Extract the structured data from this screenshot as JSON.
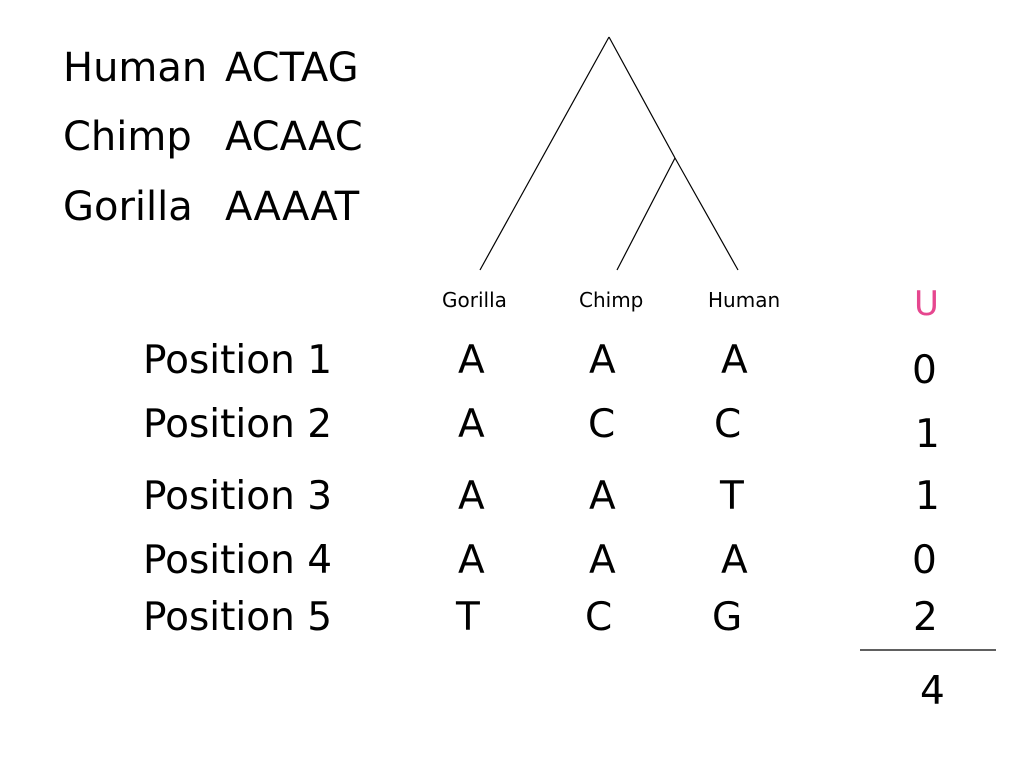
{
  "sequences": [
    {
      "name": "Human",
      "value": "ACTAG"
    },
    {
      "name": "Chimp",
      "value": "ACAAC"
    },
    {
      "name": "Gorilla",
      "value": "AAAAT"
    }
  ],
  "tree": {
    "leaves": [
      "Gorilla",
      "Chimp",
      "Human"
    ]
  },
  "table": {
    "score_header": "U",
    "rows": [
      {
        "label": "Position 1",
        "bases": [
          "A",
          "A",
          "A"
        ],
        "score": "0"
      },
      {
        "label": "Position 2",
        "bases": [
          "A",
          "C",
          "C"
        ],
        "score": "1"
      },
      {
        "label": "Position 3",
        "bases": [
          "A",
          "A",
          "T"
        ],
        "score": "1"
      },
      {
        "label": "Position 4",
        "bases": [
          "A",
          "A",
          "A"
        ],
        "score": "0"
      },
      {
        "label": "Position 5",
        "bases": [
          "T",
          "C",
          "G"
        ],
        "score": "2"
      }
    ],
    "total": "4"
  },
  "colors": {
    "header_accent": "#e6478f"
  }
}
